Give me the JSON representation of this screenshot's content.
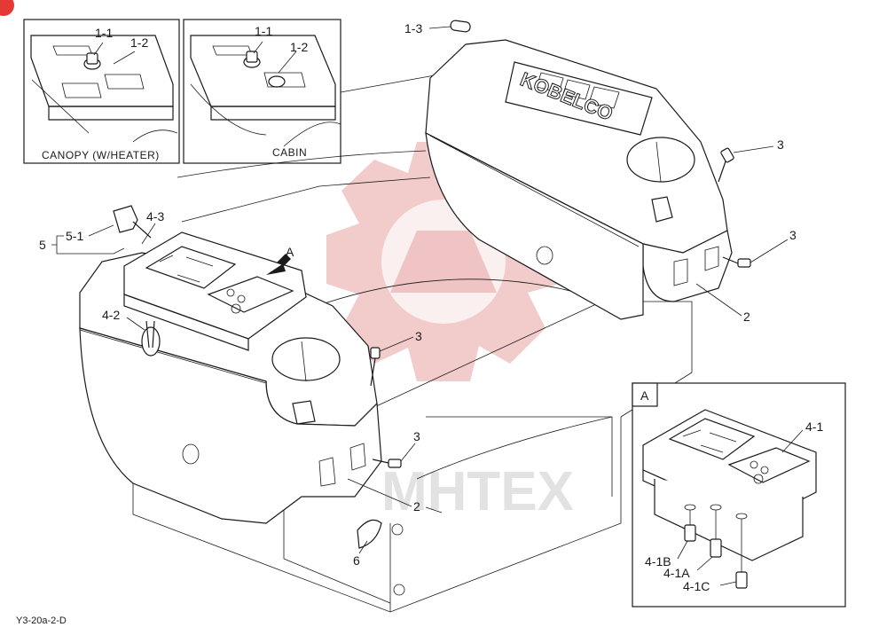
{
  "labels": {
    "l_1_1_a": "1-1",
    "l_1_2_a": "1-2",
    "l_1_1_b": "1-1",
    "l_1_2_b": "1-2",
    "l_1_3": "1-3",
    "l_3_a": "3",
    "l_3_b": "3",
    "l_3_c": "3",
    "l_3_d": "3",
    "l_2_a": "2",
    "l_2_b": "2",
    "l_4_3": "4-3",
    "l_5_1": "5-1",
    "l_5": "5",
    "l_4_2": "4-2",
    "l_A_arrow": "A",
    "l_6": "6",
    "l_4_1": "4-1",
    "l_4_1B": "4-1B",
    "l_4_1A": "4-1A",
    "l_4_1C": "4-1C",
    "l_A_box": "A"
  },
  "insets": {
    "canopy": "CANOPY (W/HEATER)",
    "cabin": "CABIN"
  },
  "brand_text": "KOBELCO",
  "watermark_text": "MHTEX",
  "drawing_code": "Y3-20a-2-D",
  "colors": {
    "line": "#1a1a1a",
    "watermark": "#e8a0a0",
    "corner_badge": "#e53935"
  }
}
